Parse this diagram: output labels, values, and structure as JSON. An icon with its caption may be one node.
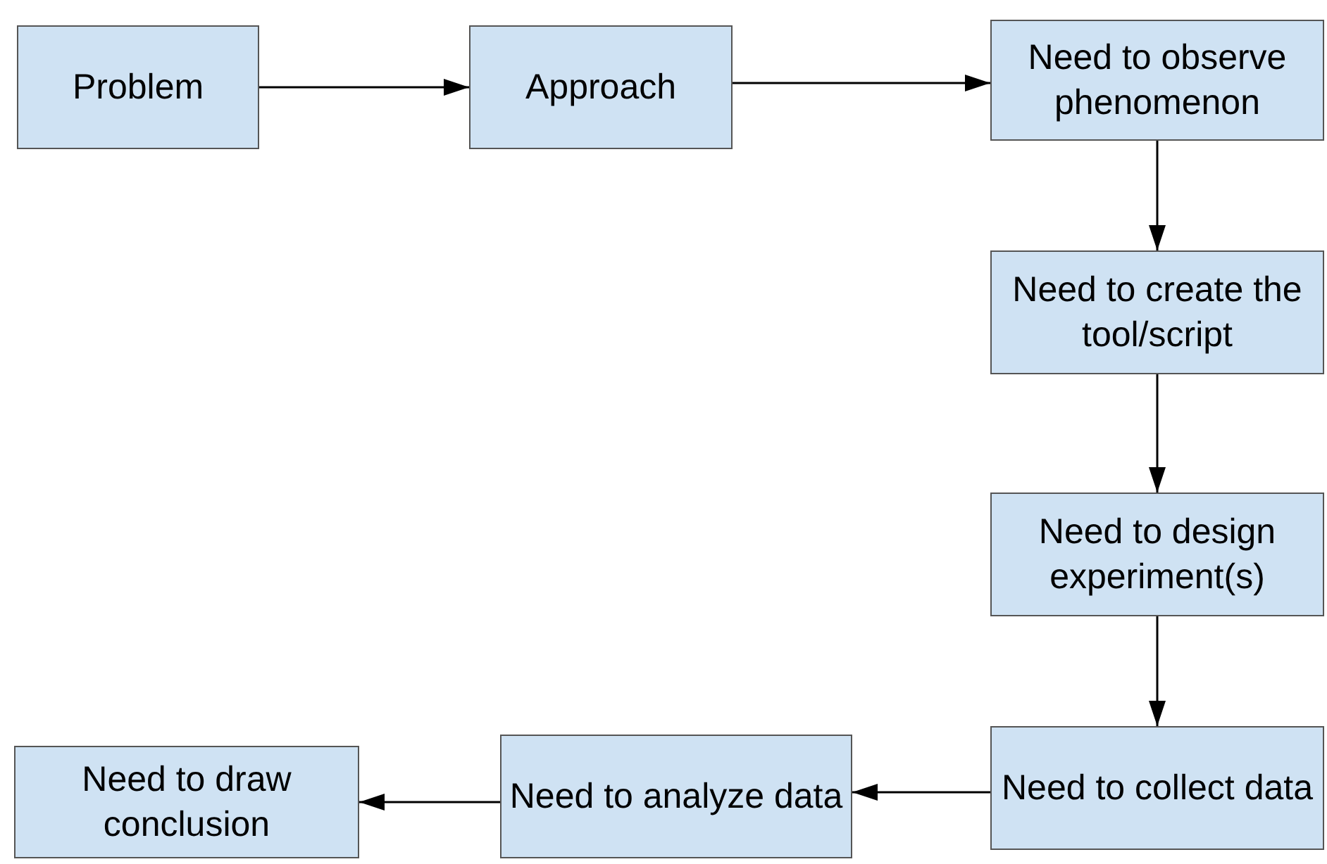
{
  "diagram": {
    "nodes": [
      {
        "text": [
          "Problem"
        ]
      },
      {
        "text": [
          "Approach"
        ]
      },
      {
        "text": [
          "Need to observe phenomenon"
        ]
      },
      {
        "text": [
          "Need to create the tool/script"
        ]
      },
      {
        "text": [
          "Need to design experiment(s)"
        ]
      },
      {
        "text": [
          "Need to collect data"
        ]
      },
      {
        "text": [
          "Need to analyze data"
        ]
      },
      {
        "text": [
          "Need to draw conclusion"
        ]
      }
    ],
    "edges": [
      {
        "from": 0,
        "to": 1,
        "arrow": "to"
      },
      {
        "from": 1,
        "to": 2,
        "arrow": "to"
      },
      {
        "from": 2,
        "to": 3,
        "arrow": "to"
      },
      {
        "from": 3,
        "to": 4,
        "arrow": "to"
      },
      {
        "from": 4,
        "to": 5,
        "arrow": "to"
      },
      {
        "from": 5,
        "to": 6,
        "arrow": "to"
      },
      {
        "from": 6,
        "to": 7,
        "arrow": "to"
      }
    ]
  }
}
